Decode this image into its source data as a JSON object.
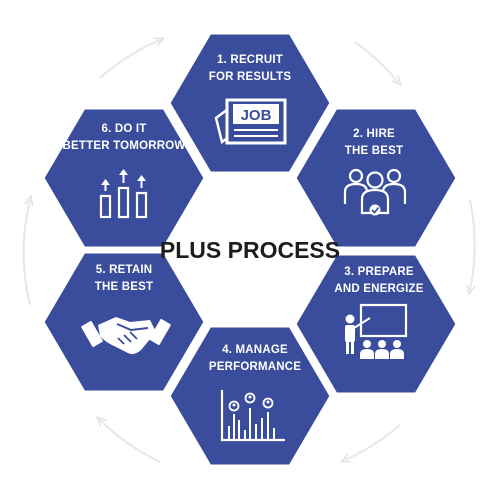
{
  "diagram": {
    "center_title": "PLUS PROCESS",
    "colors": {
      "hex_fill": "#3a4d9c",
      "hex_stroke": "#ffffff",
      "icon": "#ffffff",
      "cycle_arrow": "#e7e7e7",
      "title": "#1d1d1d"
    },
    "steps": [
      {
        "line1": "1. RECRUIT",
        "line2": "FOR RESULTS",
        "icon": "job-icon"
      },
      {
        "line1": "2. HIRE",
        "line2": "THE BEST",
        "icon": "team-icon"
      },
      {
        "line1": "3. PREPARE",
        "line2": "AND ENERGIZE",
        "icon": "presentation-icon"
      },
      {
        "line1": "4. MANAGE",
        "line2": "PERFORMANCE",
        "icon": "performance-chart-icon"
      },
      {
        "line1": "5. RETAIN",
        "line2": "THE BEST",
        "icon": "handshake-icon"
      },
      {
        "line1": "6. DO IT",
        "line2": "BETTER TOMORROW",
        "icon": "growth-bars-icon"
      }
    ],
    "job_sign_text": "JOB"
  }
}
